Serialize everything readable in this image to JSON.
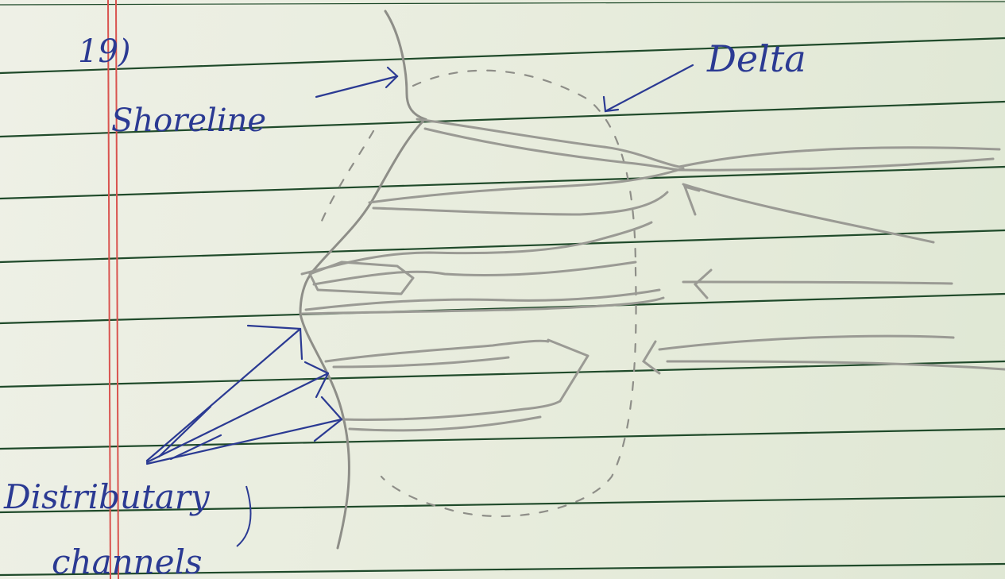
{
  "question_number": "19)",
  "labels": {
    "shoreline": "Shoreline",
    "delta": "Delta",
    "channels_line1": "Distributary",
    "channels_line2": "channels"
  },
  "colors": {
    "paper": "#e9eddf",
    "ruled_line": "#1f4a2a",
    "margin_line": "#d9534f",
    "pencil": "#9a9a94",
    "ink": "#2b3a93"
  }
}
